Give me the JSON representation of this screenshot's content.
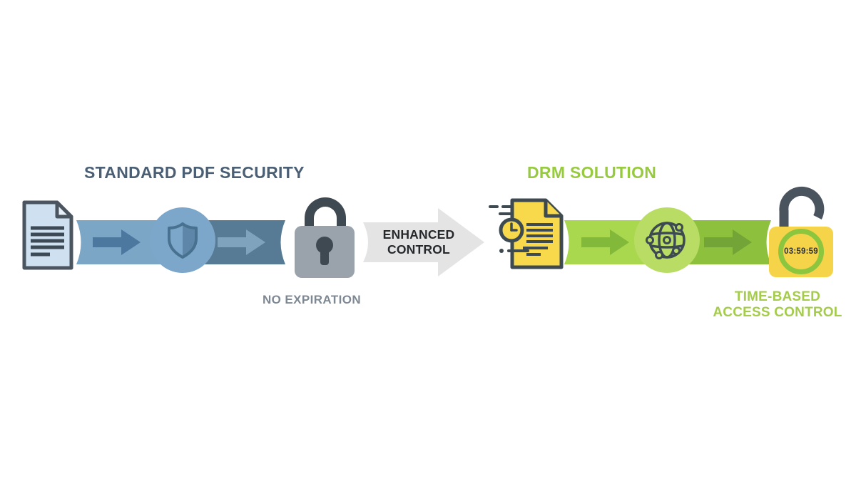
{
  "left_flow": {
    "title": "STANDARD PDF SECURITY",
    "caption": "NO EXPIRATION"
  },
  "center_arrow": {
    "line1": "ENHANCED",
    "line2": "CONTROL"
  },
  "right_flow": {
    "title": "DRM SOLUTION",
    "timer": "03:59:59",
    "caption_line1": "TIME-BASED",
    "caption_line2": "ACCESS CONTROL"
  },
  "icons": {
    "document": "document-icon",
    "shield": "shield-icon",
    "locked_padlock": "locked-padlock-icon",
    "fast_document_clock": "fast-document-clock-icon",
    "globe_network": "globe-network-icon",
    "unlocked_padlock": "unlocked-padlock-icon",
    "flow_arrow": "arrow-right-icon"
  },
  "colors": {
    "left_title": "#4a5e74",
    "ribbon_blue_light": "#7ba6c6",
    "ribbon_blue_dark": "#577b94",
    "shield_circle": "#7ca7ca",
    "lock_gray_body": "#9aa3ac",
    "lock_shackle_dark": "#3e4952",
    "caption_gray": "#7e8893",
    "center_arrow_gray": "#e4e4e5",
    "right_title_green": "#97ca3e",
    "ribbon_green_light": "#a9d84f",
    "ribbon_green_dark": "#8dc13d",
    "globe_circle": "#b9dd64",
    "lock_yellow_body": "#f6d44a",
    "timer_ring_green": "#8cc63f",
    "document_blue_fill": "#cfe1f1",
    "document_yellow_fill": "#f8d94b",
    "outline_dark": "#3e4a52"
  }
}
